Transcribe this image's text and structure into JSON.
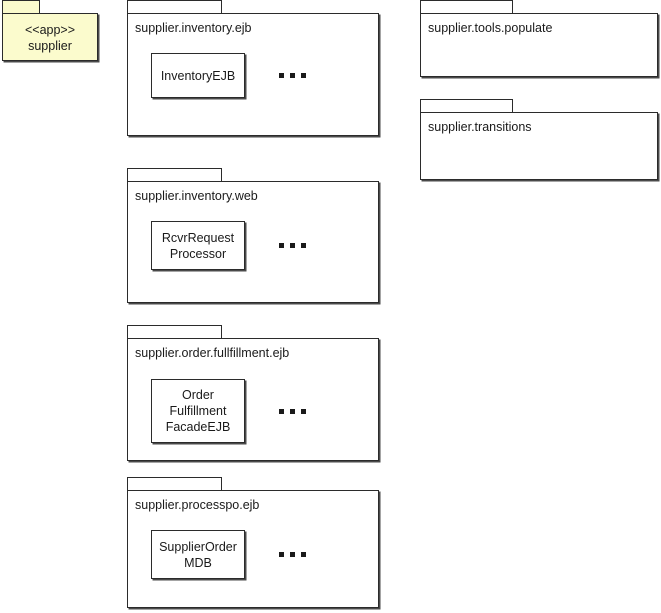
{
  "diagram": {
    "title": "supplier UML package diagram",
    "ellipsis_glyph": "...",
    "colors": {
      "app_package_fill": "#fbfbcd",
      "package_fill": "#ffffff",
      "stroke": "#2b2b2b",
      "shadow": "#4a4a4a",
      "text": "#1a1a1a",
      "background": "#ffffff"
    }
  },
  "app_package": {
    "stereotype": "<<app>>",
    "name": "supplier"
  },
  "packages": [
    {
      "label": "supplier.inventory.ejb",
      "classes": [
        {
          "lines": [
            "InventoryEJB"
          ]
        }
      ],
      "has_ellipsis": true
    },
    {
      "label": "supplier.inventory.web",
      "classes": [
        {
          "lines": [
            "RcvrRequest",
            "Processor"
          ]
        }
      ],
      "has_ellipsis": true
    },
    {
      "label": "supplier.order.fullfillment.ejb",
      "classes": [
        {
          "lines": [
            "Order",
            "Fulfillment",
            "FacadeEJB"
          ]
        }
      ],
      "has_ellipsis": true
    },
    {
      "label": "supplier.processpo.ejb",
      "classes": [
        {
          "lines": [
            "SupplierOrder",
            "MDB"
          ]
        }
      ],
      "has_ellipsis": true
    },
    {
      "label": "supplier.tools.populate",
      "classes": [],
      "has_ellipsis": false
    },
    {
      "label": "supplier.transitions",
      "classes": [],
      "has_ellipsis": false
    }
  ]
}
